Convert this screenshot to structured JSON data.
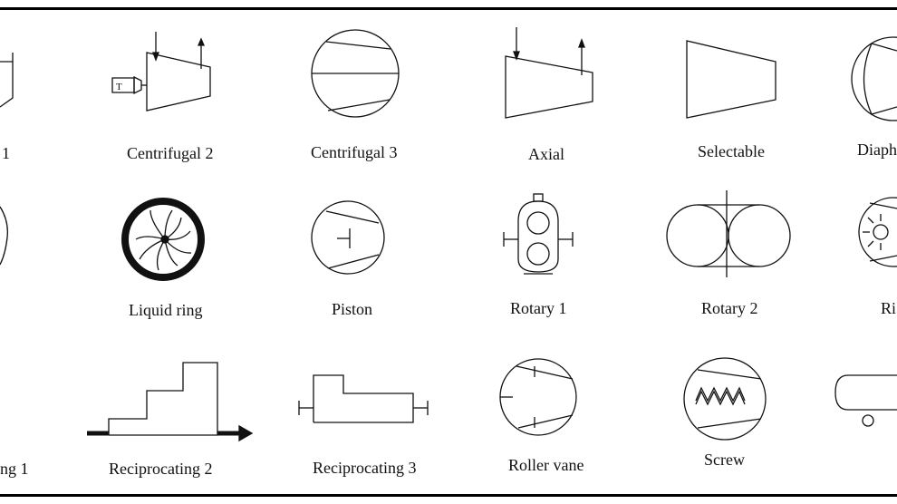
{
  "labels": {
    "r1c0": "1",
    "centrifugal2": "Centrifugal 2",
    "centrifugal3": "Centrifugal 3",
    "axial": "Axial",
    "selectable": "Selectable",
    "diaph": "Diaph",
    "liquid_ring": "Liquid ring",
    "piston": "Piston",
    "rotary1": "Rotary 1",
    "rotary2": "Rotary 2",
    "ri": "Ri",
    "ng1": "ng 1",
    "reciprocating2": "Reciprocating 2",
    "reciprocating3": "Reciprocating 3",
    "roller_vane": "Roller vane",
    "screw": "Screw"
  },
  "turbine_drive_letter": "T"
}
